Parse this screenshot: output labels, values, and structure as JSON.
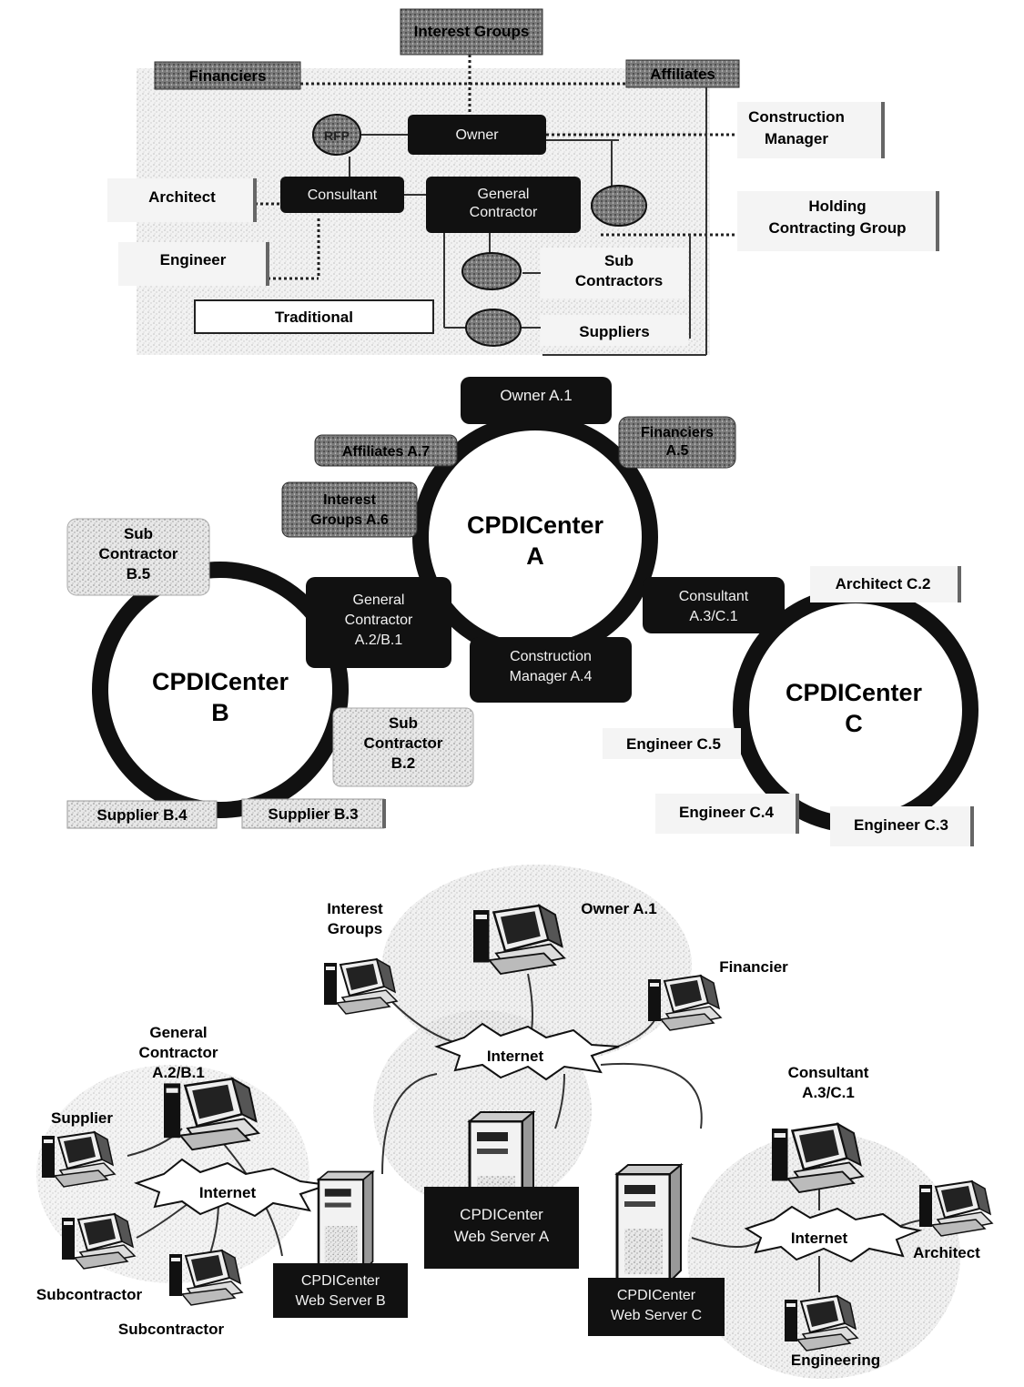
{
  "panel1": {
    "interest_groups": "Interest Groups",
    "financiers": "Financiers",
    "affiliates": "Affiliates",
    "owner": "Owner",
    "rfp": "RFP",
    "consultant": "Consultant",
    "general_contractor": "General Contractor",
    "architect": "Architect",
    "engineer": "Engineer",
    "construction_manager": "Construction Manager",
    "holding_group": "Holding Contracting Group",
    "sub_contractors": "Sub Contractors",
    "suppliers": "Suppliers",
    "traditional": "Traditional"
  },
  "panel2": {
    "owner": "Owner A.1",
    "financiers": "Financiers A.5",
    "affiliates": "Affiliates A.7",
    "interest_groups": "Interest Groups A.6",
    "center_a": "CPDICenter A",
    "center_b": "CPDICenter B",
    "center_c": "CPDICenter C",
    "sub_contractor_b5": "Sub Contractor B.5",
    "general_contractor": "General Contractor A.2/B.1",
    "construction_manager": "Construction Manager A.4",
    "consultant": "Consultant A.3/C.1",
    "architect": "Architect C.2",
    "sub_contractor_b2": "Sub Contractor B.2",
    "engineer_c5": "Engineer C.5",
    "engineer_c4": "Engineer C.4",
    "engineer_c3": "Engineer C.3",
    "supplier_b4": "Supplier B.4",
    "supplier_b3": "Supplier B.3"
  },
  "panel3": {
    "interest_groups": "Interest Groups",
    "owner": "Owner A.1",
    "financier": "Financier",
    "internet_a": "Internet",
    "general_contractor": "General Contractor A.2/B.1",
    "supplier": "Supplier",
    "internet_b": "Internet",
    "subcontractor_1": "Subcontractor",
    "subcontractor_2": "Subcontractor",
    "server_a": "CPDICenter Web Server A",
    "server_b": "CPDICenter Web Server B",
    "server_c": "CPDICenter Web Server C",
    "consultant": "Consultant A.3/C.1",
    "internet_c": "Internet",
    "architect": "Architect",
    "engineering": "Engineering"
  }
}
